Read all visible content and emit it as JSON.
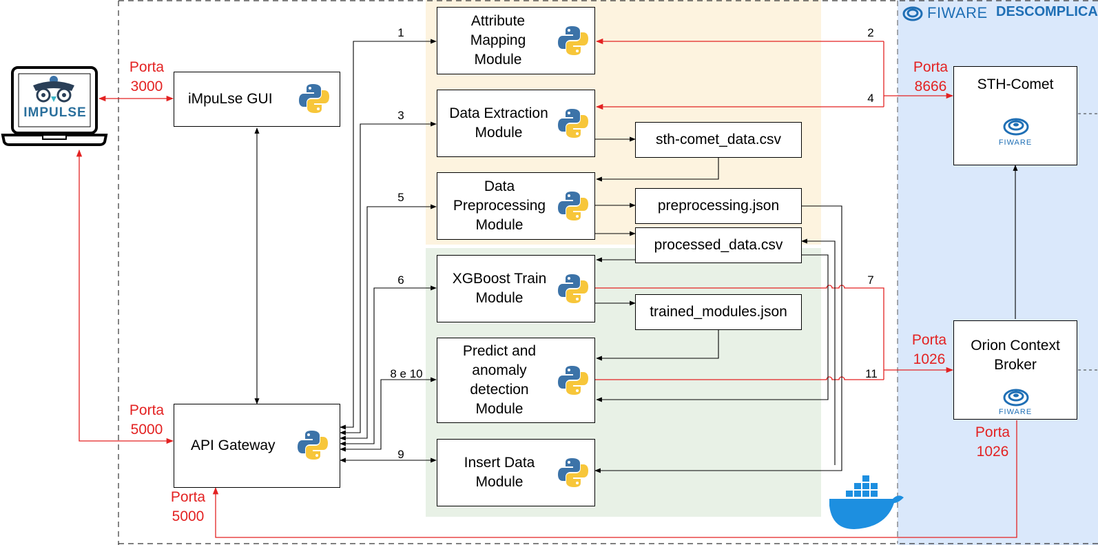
{
  "brand": {
    "part1": "FIWARE",
    "part2": "DESCOMPLICADO"
  },
  "modules": {
    "attribute_mapping": "Attribute\nMapping\nModule",
    "data_extraction": "Data Extraction\nModule",
    "data_preprocessing": "Data\nPreprocessing\nModule",
    "xgboost_train": "XGBoost Train\nModule",
    "predict_anomaly": "Predict and\nanomaly\ndetection\nModule",
    "insert_data": "Insert Data\nModule"
  },
  "files": {
    "sth_comet_data": "sth-comet_data.csv",
    "preprocessing_json": "preprocessing.json",
    "processed_data": "processed_data.csv",
    "trained_modules": "trained_modules.json"
  },
  "components": {
    "gui": "iMpuLse GUI",
    "api_gateway": "API Gateway",
    "sth_comet": "STH-Comet",
    "orion": "Orion Context\nBroker",
    "fiware_logo_text": "FIWARE",
    "impulse_logo_text": "IMPULSE"
  },
  "ports": {
    "gui": "Porta\n3000",
    "api_left": "Porta\n5000",
    "api_bottom": "Porta\n5000",
    "sth": "Porta\n8666",
    "orion_in": "Porta\n1026",
    "orion_out": "Porta\n1026"
  },
  "steps": {
    "s1": "1",
    "s2": "2",
    "s3": "3",
    "s4": "4",
    "s5": "5",
    "s6": "6",
    "s7": "7",
    "s8_10": "8 e 10",
    "s9": "9",
    "s11": "11"
  },
  "colors": {
    "red_link": "#e32222",
    "yellow_zone": "#fdf3df",
    "green_zone": "#e8f1e6",
    "fiware_zone": "#dae8fb",
    "python_blue": "#3c73a8",
    "python_yellow": "#f7c63a",
    "docker_blue": "#1d8fe0"
  }
}
